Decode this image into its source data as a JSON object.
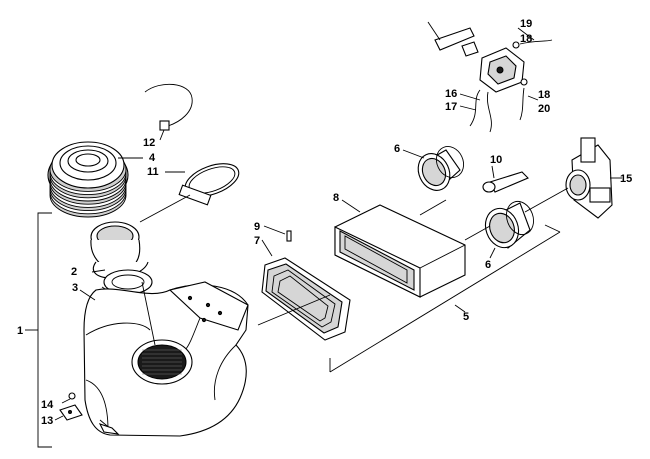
{
  "diagram": {
    "callouts": [
      {
        "id": "c1",
        "text": "1"
      },
      {
        "id": "c2",
        "text": "2"
      },
      {
        "id": "c3",
        "text": "3"
      },
      {
        "id": "c4",
        "text": "4"
      },
      {
        "id": "c5",
        "text": "5"
      },
      {
        "id": "c6a",
        "text": "6"
      },
      {
        "id": "c6b",
        "text": "6"
      },
      {
        "id": "c7",
        "text": "7"
      },
      {
        "id": "c8",
        "text": "8"
      },
      {
        "id": "c9",
        "text": "9"
      },
      {
        "id": "c10",
        "text": "10"
      },
      {
        "id": "c11",
        "text": "11"
      },
      {
        "id": "c12",
        "text": "12"
      },
      {
        "id": "c13",
        "text": "13"
      },
      {
        "id": "c14",
        "text": "14"
      },
      {
        "id": "c15",
        "text": "15"
      },
      {
        "id": "c16",
        "text": "16"
      },
      {
        "id": "c17",
        "text": "17"
      },
      {
        "id": "c18a",
        "text": "18"
      },
      {
        "id": "c18b",
        "text": "18"
      },
      {
        "id": "c19",
        "text": "19"
      },
      {
        "id": "c20",
        "text": "20"
      }
    ]
  }
}
